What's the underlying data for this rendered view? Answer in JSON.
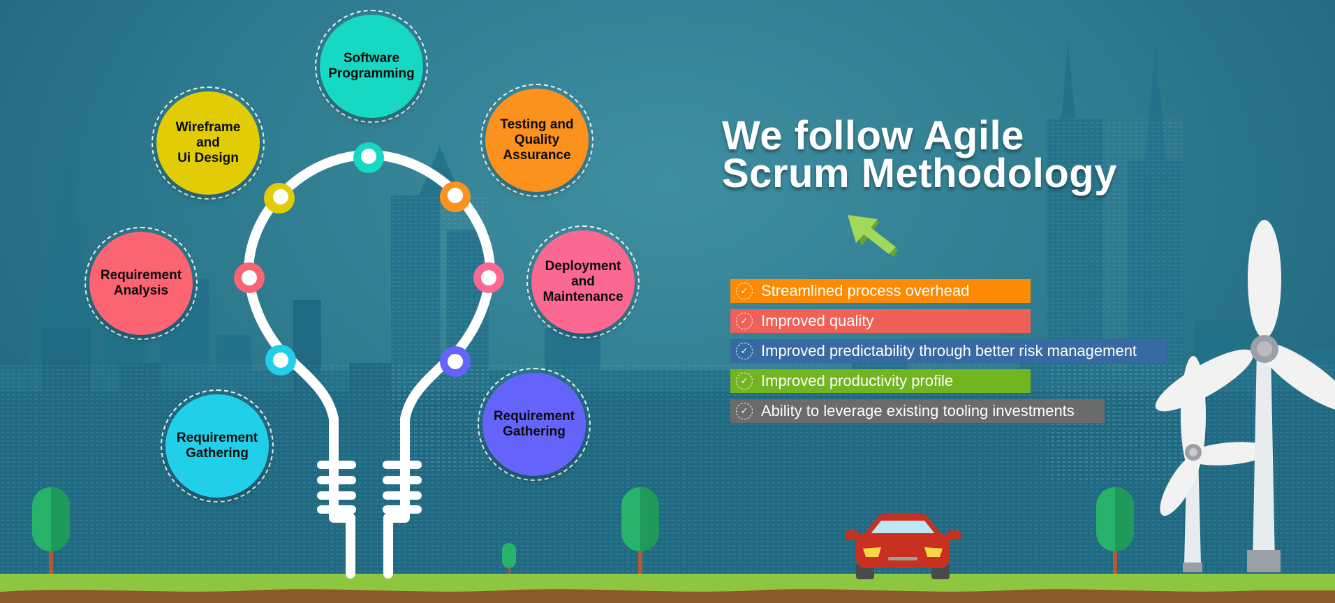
{
  "headline": {
    "line1": "We follow Agile",
    "line2": "Scrum Methodology"
  },
  "phases": [
    {
      "label": "Software\nProgramming",
      "color": "#16d8c3"
    },
    {
      "label": "Wireframe and\nUi Design",
      "color": "#e1cc05"
    },
    {
      "label": "Testing and\nQuality\nAssurance",
      "color": "#fb921e"
    },
    {
      "label": "Requirement\nAnalysis",
      "color": "#fb6471"
    },
    {
      "label": "Deployment\nand\nMaintenance",
      "color": "#fb6993"
    },
    {
      "label": "Requirement\nGathering",
      "color": "#22cfe9"
    },
    {
      "label": "Requirement\nGathering",
      "color": "#6564fa"
    }
  ],
  "benefits": [
    {
      "text": "Streamlined process overhead",
      "color": "#fd8a04"
    },
    {
      "text": "Improved quality",
      "color": "#ef6156"
    },
    {
      "text": "Improved predictability through better risk management",
      "color": "#376aa3"
    },
    {
      "text": "Improved productivity profile",
      "color": "#72b520"
    },
    {
      "text": "Ability to leverage existing tooling investments",
      "color": "#6b6b6b"
    }
  ],
  "icons": [
    "lightbulb-graphic",
    "arrow-icon",
    "check-icon",
    "car-icon",
    "wind-turbine-icon",
    "tree-icon"
  ]
}
